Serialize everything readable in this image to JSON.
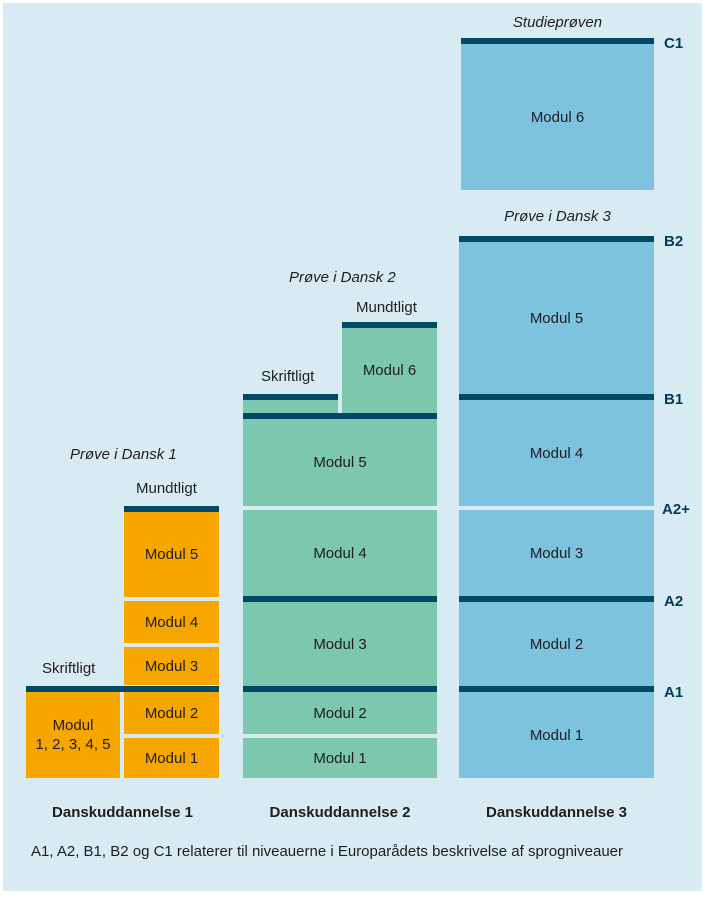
{
  "columns": {
    "c1": {
      "title": "Danskuddannelse 1",
      "exam": "Prøve i Dansk 1",
      "written": "Skriftligt",
      "oral": "Mundtligt",
      "combined_line1": "Modul",
      "combined_line2": "1, 2, 3, 4, 5",
      "modules": [
        "Modul 1",
        "Modul 2",
        "Modul 3",
        "Modul 4",
        "Modul 5"
      ]
    },
    "c2": {
      "title": "Danskuddannelse 2",
      "exam": "Prøve i Dansk 2",
      "written": "Skriftligt",
      "oral": "Mundtligt",
      "modules": [
        "Modul 1",
        "Modul 2",
        "Modul 3",
        "Modul 4",
        "Modul 5",
        "Modul 6"
      ]
    },
    "c3": {
      "title": "Danskuddannelse 3",
      "exam": "Prøve i Dansk 3",
      "exam_top": "Studieprøven",
      "modules": [
        "Modul 1",
        "Modul 2",
        "Modul 3",
        "Modul 4",
        "Modul 5",
        "Modul 6"
      ]
    }
  },
  "levels": [
    "A1",
    "A2",
    "A2+",
    "B1",
    "B2",
    "C1"
  ],
  "footnote": "A1, A2, B1, B2 og C1 relaterer til niveauerne i Europarådets beskrivelse af sprogniveauer",
  "colors": {
    "du1": "#f7a600",
    "du2": "#7cc7ae",
    "du3": "#7dc3e0",
    "bar": "#004b63",
    "background": "#d9ebf2"
  }
}
